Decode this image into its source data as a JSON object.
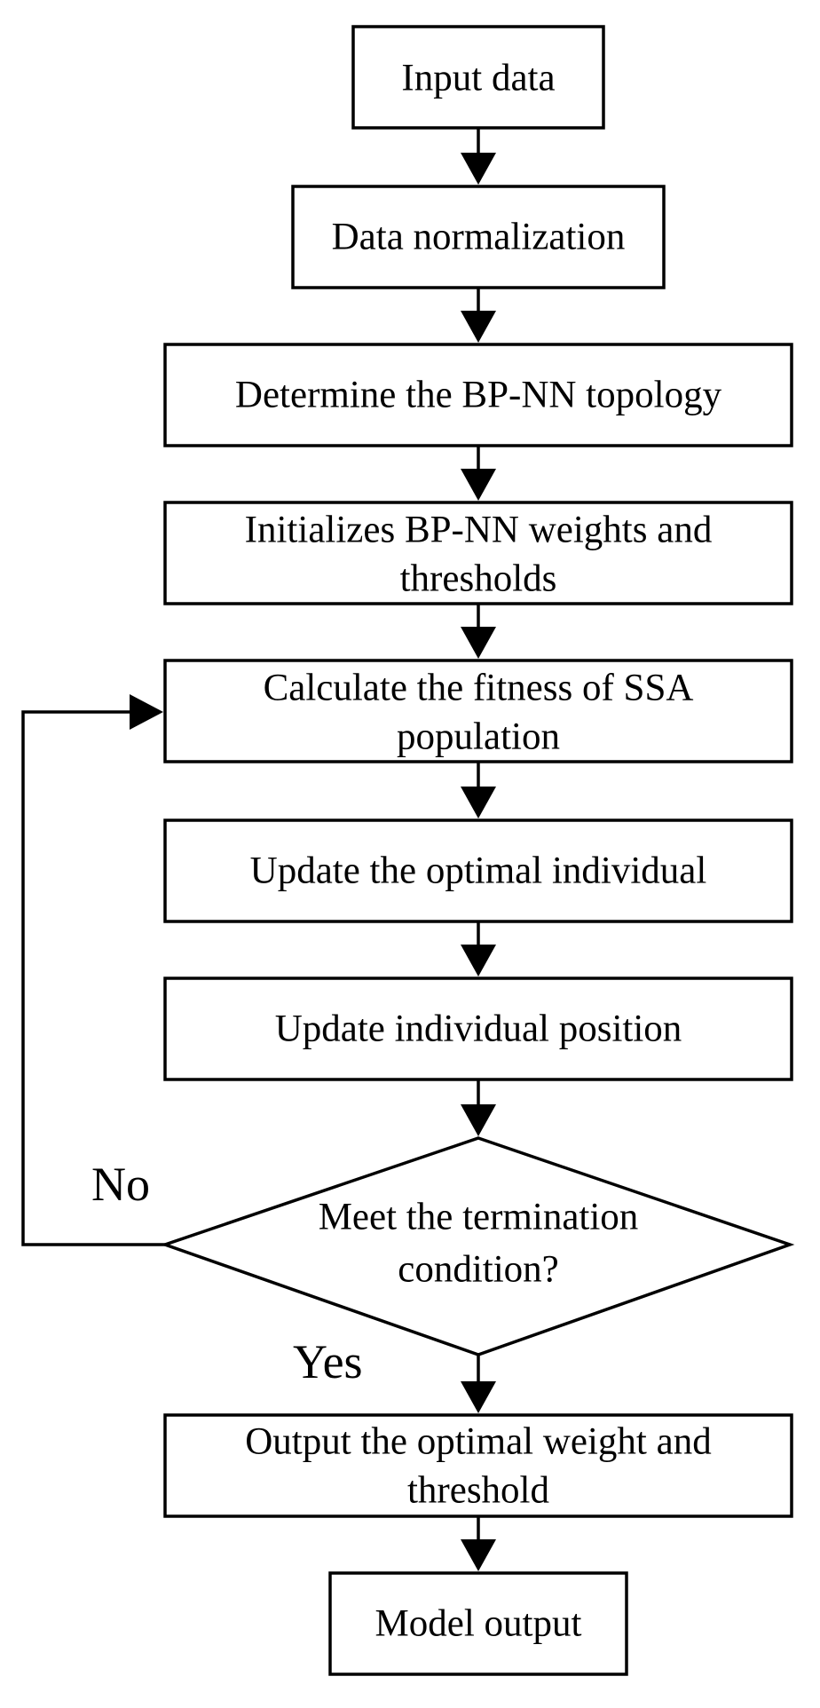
{
  "diagram": {
    "type": "flowchart",
    "nodes": [
      {
        "id": "input",
        "shape": "rect",
        "lines": [
          "Input data"
        ]
      },
      {
        "id": "normalize",
        "shape": "rect",
        "lines": [
          "Data normalization"
        ]
      },
      {
        "id": "topology",
        "shape": "rect",
        "lines": [
          "Determine the BP-NN topology"
        ]
      },
      {
        "id": "init",
        "shape": "rect",
        "lines": [
          "Initializes BP-NN weights and",
          "thresholds"
        ]
      },
      {
        "id": "fitness",
        "shape": "rect",
        "lines": [
          "Calculate the fitness of SSA",
          "population"
        ]
      },
      {
        "id": "optimal",
        "shape": "rect",
        "lines": [
          "Update the optimal individual"
        ]
      },
      {
        "id": "position",
        "shape": "rect",
        "lines": [
          "Update individual position"
        ]
      },
      {
        "id": "decision",
        "shape": "diamond",
        "lines": [
          "Meet the termination",
          "condition?"
        ]
      },
      {
        "id": "weights",
        "shape": "rect",
        "lines": [
          "Output the optimal weight and",
          "threshold"
        ]
      },
      {
        "id": "output",
        "shape": "rect",
        "lines": [
          "Model output"
        ]
      }
    ],
    "edges": [
      {
        "from": "input",
        "to": "normalize"
      },
      {
        "from": "normalize",
        "to": "topology"
      },
      {
        "from": "topology",
        "to": "init"
      },
      {
        "from": "init",
        "to": "fitness"
      },
      {
        "from": "fitness",
        "to": "optimal"
      },
      {
        "from": "optimal",
        "to": "position"
      },
      {
        "from": "position",
        "to": "decision"
      },
      {
        "from": "decision",
        "to": "weights",
        "label": "Yes"
      },
      {
        "from": "decision",
        "to": "fitness",
        "label": "No"
      },
      {
        "from": "weights",
        "to": "output"
      }
    ],
    "colors": {
      "stroke": "#000000",
      "fill": "#ffffff",
      "text": "#000000"
    }
  }
}
